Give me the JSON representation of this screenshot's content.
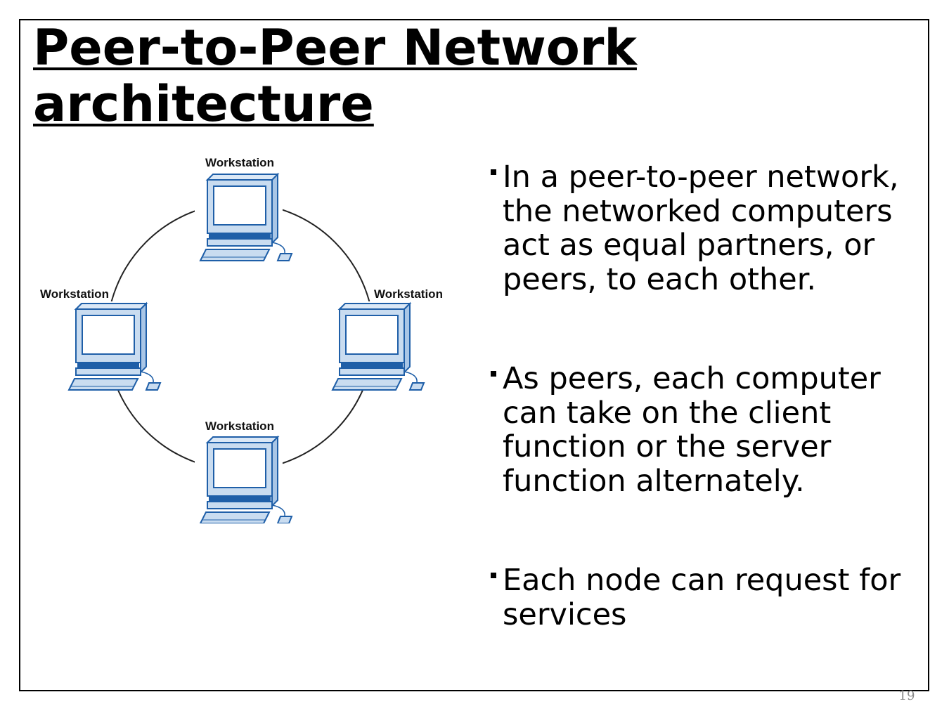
{
  "slide": {
    "title_line1": "Peer-to-Peer Network",
    "title_line2": "architecture",
    "page_number": "19"
  },
  "diagram": {
    "nodes": [
      {
        "label": "Workstation",
        "position": "top"
      },
      {
        "label": "Workstation",
        "position": "left"
      },
      {
        "label": "Workstation",
        "position": "right"
      },
      {
        "label": "Workstation",
        "position": "bottom"
      }
    ],
    "colors": {
      "computer_fill": "#c9dcf0",
      "computer_stroke": "#1f5fa8",
      "screen": "#ffffff",
      "ring": "#222222"
    }
  },
  "bullets": [
    "In a peer-to-peer network, the networked computers act as equal partners, or peers, to each other.",
    "As peers, each computer can take on the client function or the server function alternately.",
    "Each node can request for services"
  ]
}
